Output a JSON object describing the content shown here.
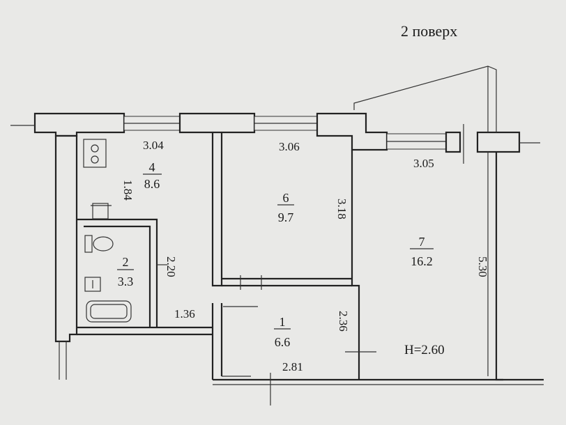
{
  "floor_label": "2 поверх",
  "rooms": [
    {
      "number": "1",
      "area": "6.6"
    },
    {
      "number": "2",
      "area": "3.3"
    },
    {
      "number": "4",
      "area": "8.6"
    },
    {
      "number": "6",
      "area": "9.7"
    },
    {
      "number": "7",
      "area": "16.2"
    }
  ],
  "dimensions": {
    "kitchen_width": "3.04",
    "kitchen_depth": "1.84",
    "room6_width": "3.06",
    "room6_depth": "3.18",
    "room7_width": "3.05",
    "room7_depth": "5.30",
    "bath_depth": "2.20",
    "corridor_width": "1.36",
    "room1_depth": "2.36",
    "room1_width": "2.81"
  },
  "ceiling_height": "H=2.60"
}
